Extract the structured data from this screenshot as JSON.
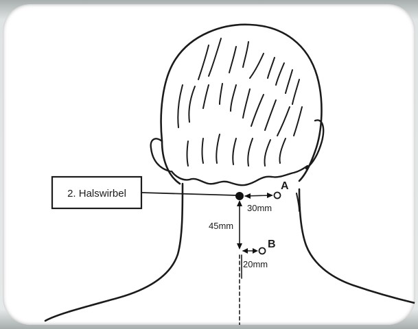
{
  "diagram": {
    "label_box_text": "2. Halswirbel",
    "point_a_label": "A",
    "point_b_label": "B",
    "distance_a": "30mm",
    "distance_vertical": "45mm",
    "distance_b": "20mm"
  }
}
